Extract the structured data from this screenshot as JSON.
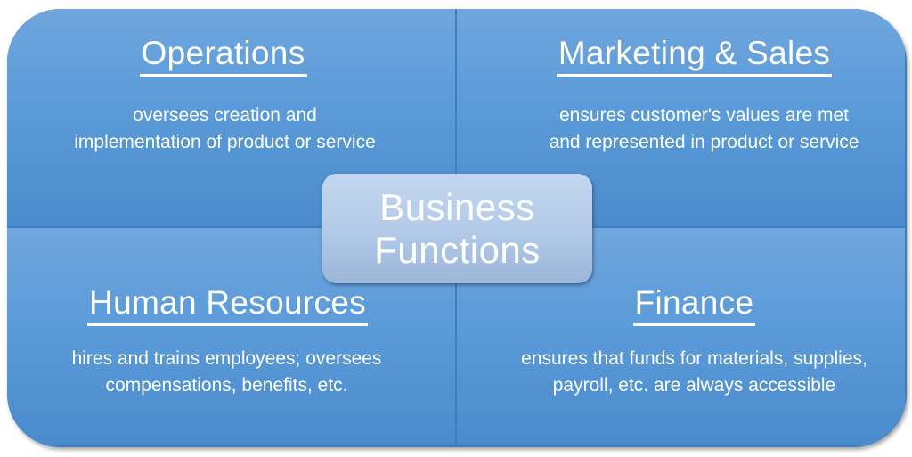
{
  "center": {
    "line1": "Business",
    "line2": "Functions"
  },
  "quadrants": [
    {
      "position": "top-left",
      "title": "Operations",
      "description": [
        "oversees creation and",
        "implementation of product or service"
      ]
    },
    {
      "position": "top-right",
      "title": "Marketing & Sales",
      "description": [
        "ensures customer's values are met",
        "and represented in product or service"
      ]
    },
    {
      "position": "bottom-left",
      "title": "Human Resources",
      "description": [
        "hires and trains employees; oversees",
        "compensations, benefits, etc."
      ]
    },
    {
      "position": "bottom-right",
      "title": "Finance",
      "description": [
        "ensures that funds for materials, supplies,",
        "payroll, etc. are always accessible"
      ]
    }
  ],
  "colors": {
    "quadrant_top": "#6fa6dd",
    "quadrant_bottom": "#4a8bcd",
    "center_top": "#c3d6ee",
    "center_bottom": "#9cb6da",
    "text": "#ffffff"
  }
}
